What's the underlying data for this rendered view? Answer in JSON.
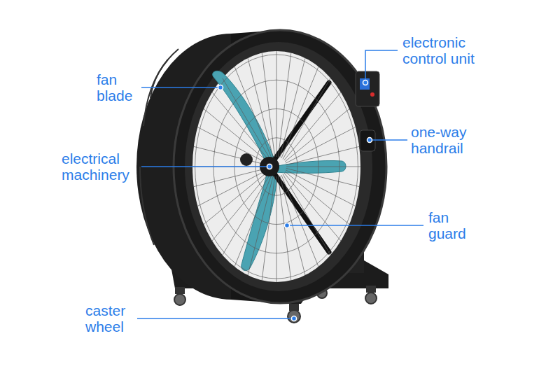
{
  "diagram": {
    "labels": [
      "electronic control unit",
      "fan blade",
      "one-way handrail",
      "electrical machinery",
      "fan guard",
      "caster wheel"
    ]
  }
}
